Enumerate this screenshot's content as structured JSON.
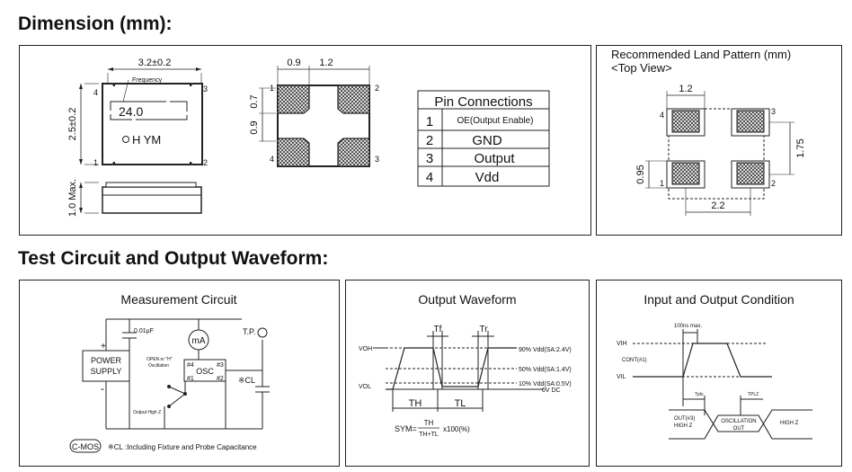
{
  "titles": {
    "dimension": "Dimension (mm):",
    "test": "Test Circuit and Output Waveform:"
  },
  "dimension_panel": {
    "width_dim": "3.2±0.2",
    "height_dim": "2.5±0.2",
    "freq_label": "Frequency",
    "freq_value": "24.0",
    "marking": "H YM",
    "height_max": "1.0 Max.",
    "pad_w1": "0.9",
    "pad_w2": "1.2",
    "pad_h1": "0.7",
    "pad_h2": "0.9",
    "pins": [
      "1",
      "2",
      "3",
      "4"
    ]
  },
  "pin_table": {
    "header": "Pin Connections",
    "rows": [
      {
        "num": "1",
        "name": "OE(Output Enable)"
      },
      {
        "num": "2",
        "name": "GND"
      },
      {
        "num": "3",
        "name": "Output"
      },
      {
        "num": "4",
        "name": "Vdd"
      }
    ]
  },
  "land_pattern": {
    "title": "Recommended Land Pattern (mm)",
    "subtitle": "<Top View>",
    "dim_top": "1.2",
    "dim_right": "1.75",
    "dim_left": "0.95",
    "dim_bottom": "2.2"
  },
  "measurement": {
    "title": "Measurement Circuit",
    "cap": "0.01μF",
    "psu_line1": "POWER",
    "psu_line2": "SUPPLY",
    "plus": "+",
    "minus": "-",
    "meter": "mA",
    "tp": "T.P.",
    "open_label": "OPEN or \"H\"",
    "osc_label": "Oscillation",
    "output_high": "Output High Z",
    "osc": "OSC",
    "p4": "#4",
    "p3": "#3",
    "p1": "#1",
    "p2": "#2",
    "cl": "※CL",
    "cmos": "C-MOS",
    "note": "※CL :Including Fixture and Probe Capacitance"
  },
  "waveform": {
    "title": "Output Waveform",
    "tf": "Tf",
    "tr": "Tr",
    "voh": "VOH",
    "vol": "VOL",
    "l90": "90% Vdd(SA:2.4V)",
    "l50": "50% Vdd(SA:1.4V)",
    "l10": "10% Vdd(SA:0.5V)",
    "l0": "0V DC",
    "th": "TH",
    "tl": "TL",
    "sym": "SYM=",
    "frac_num": "TH",
    "frac_den": "TH+TL",
    "sym_tail": "x100(%)"
  },
  "io_condition": {
    "title": "Input and Output Condition",
    "max": "100ns max.",
    "vih": "VIH",
    "cont": "CONT(#1)",
    "vil": "VIL",
    "t1": "Tpls",
    "t2": "TPLZ",
    "out1": "OUT(#3)",
    "out2": "HIGH Z",
    "osc1": "OSCILLATION",
    "osc2": "OUT",
    "hz": "HIGH Z"
  }
}
